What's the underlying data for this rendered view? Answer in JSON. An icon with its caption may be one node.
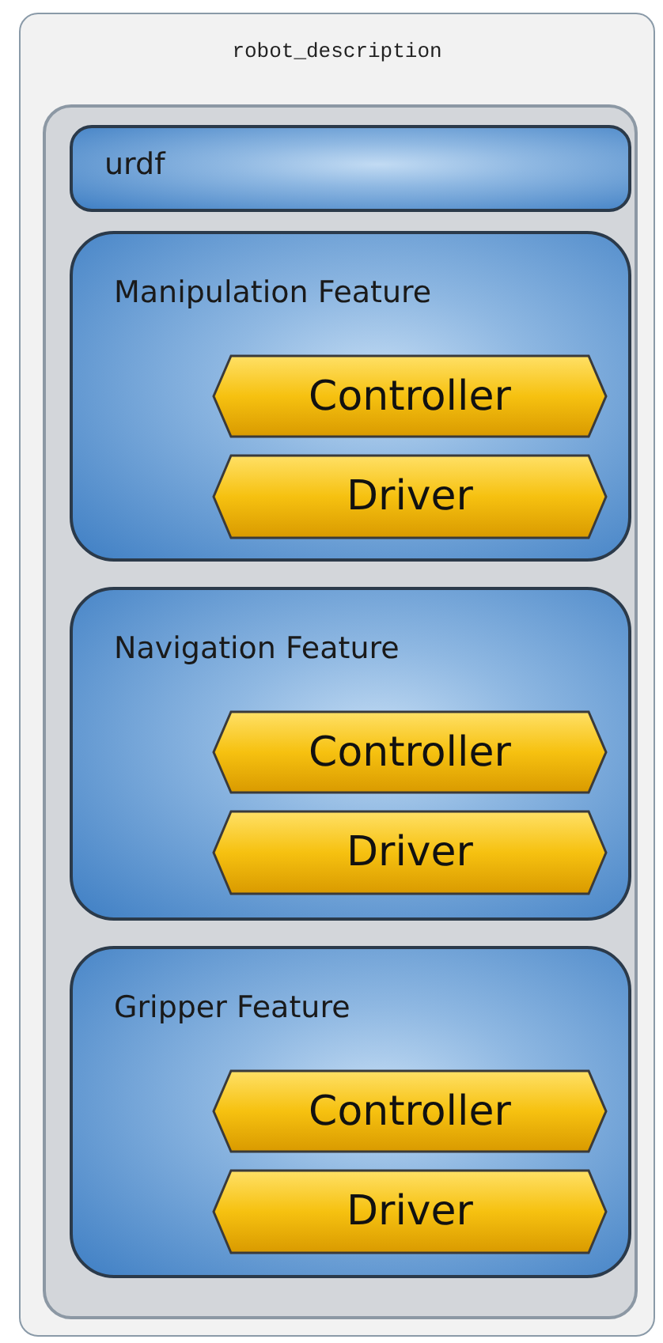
{
  "diagram": {
    "nodes": [
      {
        "text": [
          "robot_description"
        ]
      },
      {
        "text": [],
        "shape": "box",
        "in": 0
      },
      {
        "text": [
          "urdf"
        ],
        "in": 1
      },
      {
        "text": [
          "Manipulation Feature"
        ],
        "in": 1
      },
      {
        "text": [
          "Controller"
        ],
        "in": 3
      },
      {
        "text": [
          "Driver"
        ],
        "in": 3
      },
      {
        "text": [
          "Navigation Feature"
        ],
        "in": 1
      },
      {
        "text": [
          "Controller"
        ],
        "in": 6
      },
      {
        "text": [
          "Driver"
        ],
        "in": 6
      },
      {
        "text": [
          "Gripper Feature"
        ],
        "in": 1
      },
      {
        "text": [
          "Controller"
        ],
        "in": 9
      },
      {
        "text": [
          "Driver"
        ],
        "in": 9
      }
    ]
  }
}
